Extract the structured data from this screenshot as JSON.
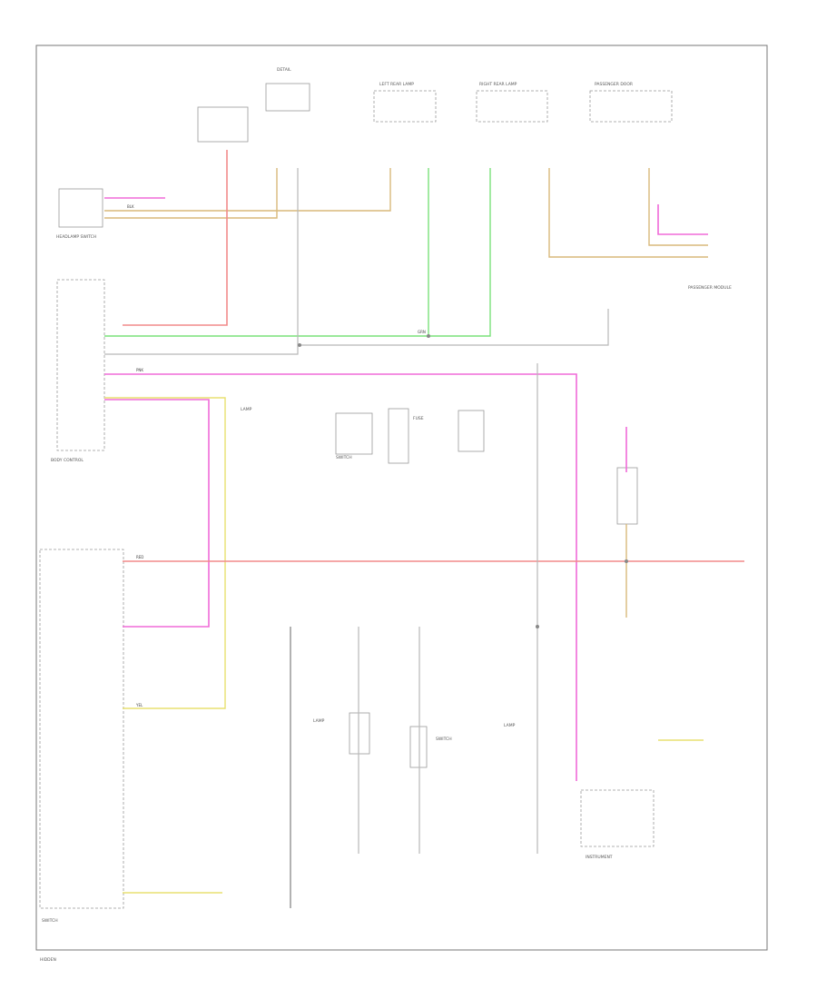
{
  "colors": {
    "frame": "#777777",
    "wire_gray": "#b8b8b8",
    "wire_pink": "#f06bd8",
    "wire_green": "#7ae27a",
    "wire_tan": "#d9b97a",
    "wire_red": "#f28a8a",
    "wire_yellow": "#e8e070"
  },
  "labels": {
    "top_1": "DETAIL",
    "top_2": "LEFT REAR LAMP",
    "top_3": "RIGHT REAR LAMP",
    "top_4": "PASSENGER DOOR",
    "side_1": "HEADLAMP SWITCH",
    "side_2": "BODY CONTROL",
    "side_3": "PASSENGER MODULE",
    "side_4": "SWITCH",
    "center_1": "FUSE",
    "center_2": "SWITCH",
    "center_3": "LAMP",
    "bottom_1": "LAMP",
    "bottom_2": "LAMP",
    "bottom_3": "SWITCH",
    "bottom_4": "INSTRUMENT"
  },
  "wires": {
    "w1": "BLK",
    "w2": "GRN",
    "w3": "PNK",
    "w4": "RED",
    "w5": "YEL"
  },
  "footer": "HIDDEN"
}
